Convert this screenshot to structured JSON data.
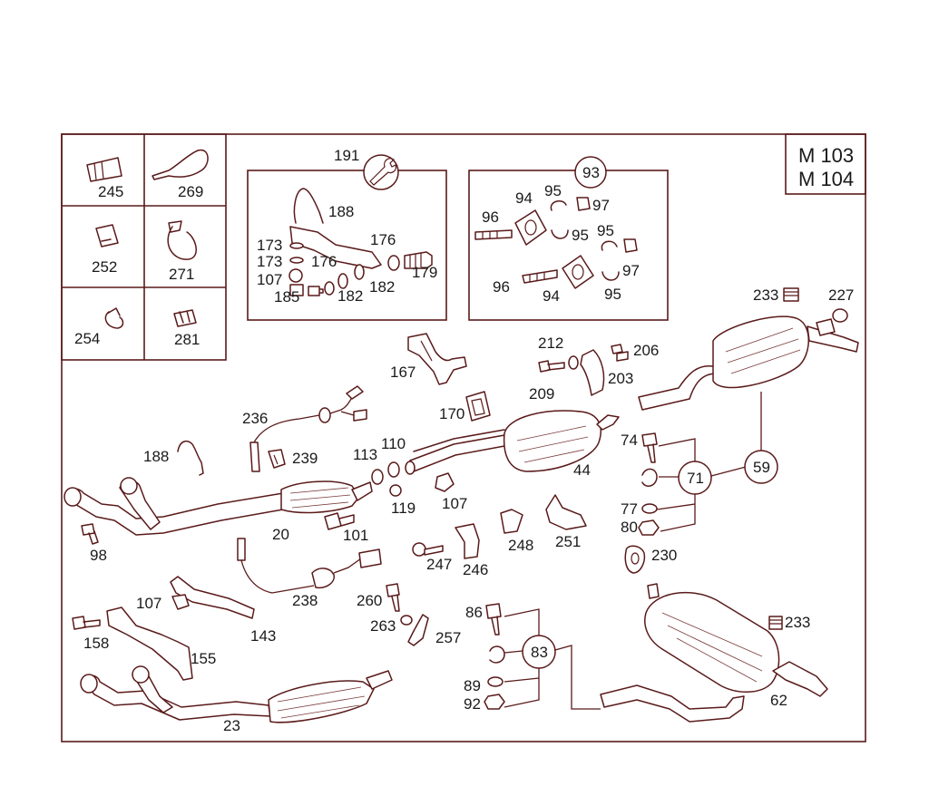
{
  "model_labels": [
    "M 103",
    "M 104"
  ],
  "callouts": {
    "tool_kit": "191",
    "mount_kit": "93",
    "group_71": "71",
    "group_59": "59",
    "group_83": "83"
  },
  "part_labels": {
    "p245": "245",
    "p269": "269",
    "p252": "252",
    "p271": "271",
    "p254": "254",
    "p281": "281",
    "p188a": "188",
    "p173a": "173",
    "p173b": "173",
    "p176a": "176",
    "p176b": "176",
    "p107a": "107",
    "p185": "185",
    "p182a": "182",
    "p182b": "182",
    "p179": "179",
    "p96a": "96",
    "p94a": "94",
    "p95a": "95",
    "p97a": "97",
    "p95b": "95",
    "p95c": "95",
    "p96b": "96",
    "p94b": "94",
    "p97b": "97",
    "p95d": "95",
    "p233a": "233",
    "p227": "227",
    "p167": "167",
    "p212": "212",
    "p206": "206",
    "p209": "209",
    "p203": "203",
    "p236": "236",
    "p170": "170",
    "p110": "110",
    "p113": "113",
    "p188b": "188",
    "p239": "239",
    "p44": "44",
    "p74": "74",
    "p119": "119",
    "p107b": "107",
    "p20": "20",
    "p101": "101",
    "p98": "98",
    "p77": "77",
    "p80": "80",
    "p248": "248",
    "p251": "251",
    "p230": "230",
    "p247": "247",
    "p246": "246",
    "p238": "238",
    "p107c": "107",
    "p260": "260",
    "p143": "143",
    "p263": "263",
    "p257": "257",
    "p86": "86",
    "p233b": "233",
    "p158": "158",
    "p155": "155",
    "p89": "89",
    "p92": "92",
    "p62": "62",
    "p23": "23"
  },
  "colors": {
    "line": "#5a1a1a",
    "text": "#1a1a1a",
    "background": "#ffffff"
  }
}
